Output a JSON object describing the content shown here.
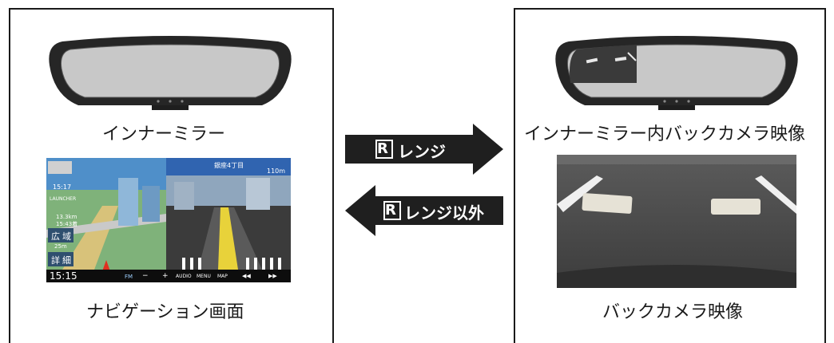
{
  "left": {
    "mirror_caption": "インナーミラー",
    "nav_caption": "ナビゲーション画面"
  },
  "right": {
    "mirror_caption": "インナーミラー内バックカメラ映像",
    "camera_caption": "バックカメラ映像"
  },
  "arrows": {
    "forward": {
      "badge": "R",
      "label": "レンジ"
    },
    "backward": {
      "badge": "R",
      "label": "レンジ以外"
    }
  },
  "nav_screen": {
    "clock_small": "15:17",
    "launcher": "LAUNCHER",
    "distance": "13.3km",
    "eta": "15:43着",
    "wide_button": "広域",
    "zoom": "25m",
    "detail_button": "詳細",
    "clock_main": "15:15",
    "fm_label": "FM",
    "minus": "−",
    "plus": "+",
    "audio": "AUDIO",
    "menu": "MENU",
    "map": "MAP",
    "prev": "◀◀",
    "next": "▶▶",
    "intersection": "銀座4丁目",
    "intersection_distance": "110m"
  },
  "colors": {
    "frame": "#1a1a1a",
    "arrow": "#1f1f1f",
    "mirror_body": "#2a2a2a",
    "mirror_glass": "#c9c9c9",
    "asphalt": "#4a4a4a"
  }
}
